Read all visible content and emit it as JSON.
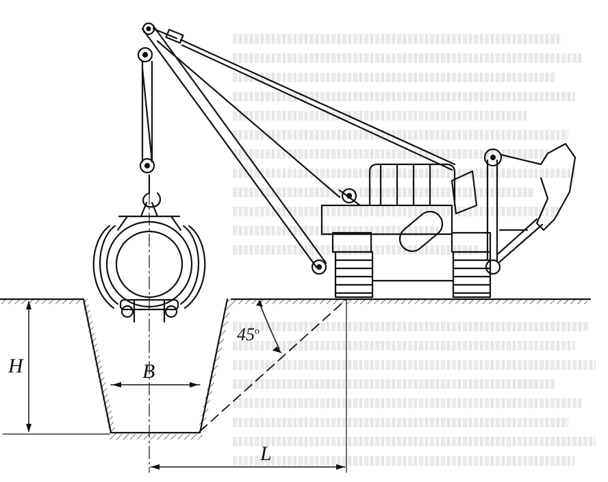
{
  "labels": {
    "depth": "H",
    "bottom_width": "B",
    "offset": "L",
    "angle": "45",
    "angle_unit": "o"
  }
}
